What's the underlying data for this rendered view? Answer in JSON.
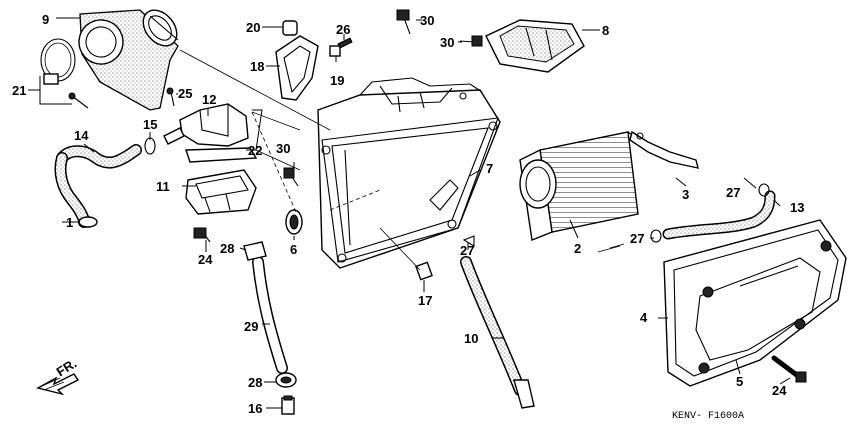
{
  "parts": {
    "p1": "1",
    "p2": "2",
    "p3": "3",
    "p4": "4",
    "p5": "5",
    "p6": "6",
    "p7": "7",
    "p8": "8",
    "p9": "9",
    "p10": "10",
    "p11": "11",
    "p12": "12",
    "p13": "13",
    "p14": "14",
    "p15": "15",
    "p16": "16",
    "p17": "17",
    "p19": "19",
    "p18": "18",
    "p20": "20",
    "p21": "21",
    "p22": "22",
    "p24a": "24",
    "p24b": "24",
    "p25": "25",
    "p26": "26",
    "p27a": "27",
    "p27b": "27",
    "p27c": "27",
    "p28a": "28",
    "p28b": "28",
    "p29": "29",
    "p30a": "30",
    "p30b": "30",
    "p30c": "30"
  },
  "front_label": "FR.",
  "drawing_code": "KENV- F1600A"
}
